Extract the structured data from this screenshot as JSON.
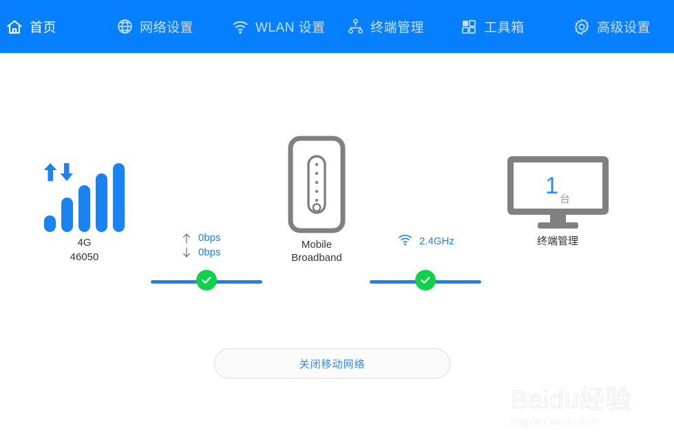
{
  "nav": {
    "background": "#0680fe",
    "items": [
      {
        "id": "home",
        "label": "首页",
        "icon": "home-icon",
        "active": true
      },
      {
        "id": "network",
        "label": "网络设置",
        "icon": "globe-icon",
        "active": false
      },
      {
        "id": "wlan",
        "label": "WLAN 设置",
        "icon": "wifi-icon",
        "active": false
      },
      {
        "id": "terminal",
        "label": "终端管理",
        "icon": "sitemap-icon",
        "active": false
      },
      {
        "id": "toolbox",
        "label": "工具箱",
        "icon": "grid-squares-icon",
        "active": false
      },
      {
        "id": "advanced",
        "label": "高级设置",
        "icon": "gear-icon",
        "active": false
      }
    ]
  },
  "topology": {
    "signal": {
      "icon": "signal-bars-icon",
      "arrows_icon": "up-down-arrows-icon",
      "bars_total": 5,
      "bars_filled": 5,
      "network_type": "4G",
      "plmn": "46050",
      "color": "#1b82f2"
    },
    "speeds": {
      "upload_icon": "arrow-up-icon",
      "upload": "0bps",
      "download_icon": "arrow-down-icon",
      "download": "0bps",
      "value_color": "#1b82f2"
    },
    "link_wan": {
      "status_icon": "check-circle-icon",
      "status": "connected",
      "line_color": "#1b82f2",
      "check_color": "#0fd24a"
    },
    "router": {
      "icon": "mobile-broadband-device-icon",
      "label_line1": "Mobile",
      "label_line2": "Broadband",
      "color": "#808080"
    },
    "link_lan": {
      "status_icon": "check-circle-icon",
      "status": "connected",
      "line_color": "#1b82f2",
      "check_color": "#0fd24a"
    },
    "wifi": {
      "icon": "wifi-icon",
      "band": "2.4GHz",
      "color": "#1b82f2"
    },
    "clients": {
      "icon": "monitor-icon",
      "count": "1",
      "unit": "台",
      "label": "终端管理",
      "count_color": "#2b8cf5",
      "frame_color": "#808080"
    }
  },
  "actions": {
    "toggle_mobile_network": "关闭移动网络",
    "text_color": "#2b8cf5"
  },
  "watermark": {
    "title": "Baidu经验",
    "url": "jingyan.baidu.com"
  }
}
